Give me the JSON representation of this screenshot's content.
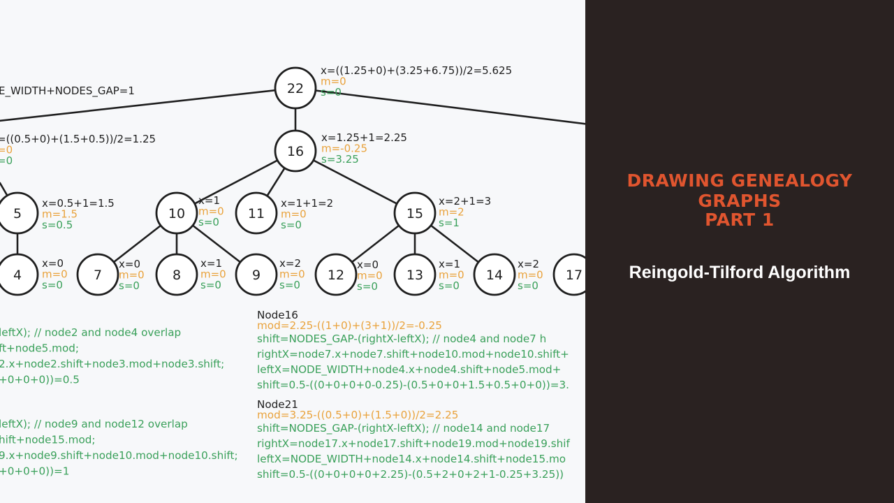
{
  "panel": {
    "title_line1": "DRAWING GENEALOGY GRAPHS",
    "title_line2": "PART 1",
    "subtitle": "Reingold-Tilford Algorithm"
  },
  "colors": {
    "ink": "#1e1e1e",
    "orange": "#e9a23b",
    "green": "#3aa05a",
    "panel_bg": "#2a2221",
    "panel_accent": "#e0552f"
  },
  "tree": {
    "nodes": [
      {
        "id": "22",
        "label": "22"
      },
      {
        "id": "16",
        "label": "16"
      },
      {
        "id": "5",
        "label": "5"
      },
      {
        "id": "10",
        "label": "10"
      },
      {
        "id": "11",
        "label": "11"
      },
      {
        "id": "15",
        "label": "15"
      },
      {
        "id": "4",
        "label": "4"
      },
      {
        "id": "7",
        "label": "7"
      },
      {
        "id": "8",
        "label": "8"
      },
      {
        "id": "9",
        "label": "9"
      },
      {
        "id": "12",
        "label": "12"
      },
      {
        "id": "13",
        "label": "13"
      },
      {
        "id": "14",
        "label": "14"
      },
      {
        "id": "17",
        "label": "17"
      }
    ],
    "annotations": [
      {
        "node": "22",
        "x": "x=((1.25+0)+(3.25+6.75))/2=5.625",
        "m": "m=0",
        "s": "s=0"
      },
      {
        "node": "16",
        "x": "x=1.25+1=2.25",
        "m": "m=-0.25",
        "s": "s=3.25"
      },
      {
        "node": "5",
        "x": "x=0.5+1=1.5",
        "m": "m=1.5",
        "s": "s=0.5"
      },
      {
        "node": "10",
        "x": "x=1",
        "m": "m=0",
        "s": "s=0"
      },
      {
        "node": "11",
        "x": "x=1+1=2",
        "m": "m=0",
        "s": "s=0"
      },
      {
        "node": "15",
        "x": "x=2+1=3",
        "m": "m=2",
        "s": "s=1"
      },
      {
        "node": "4",
        "x": "x=0",
        "m": "m=0",
        "s": "s=0"
      },
      {
        "node": "7",
        "x": "x=0",
        "m": "m=0",
        "s": "s=0"
      },
      {
        "node": "8",
        "x": "x=1",
        "m": "m=0",
        "s": "s=0"
      },
      {
        "node": "9",
        "x": "x=2",
        "m": "m=0",
        "s": "s=0"
      },
      {
        "node": "12",
        "x": "x=0",
        "m": "m=0",
        "s": "s=0"
      },
      {
        "node": "13",
        "x": "x=1",
        "m": "m=0",
        "s": "s=0"
      },
      {
        "node": "14",
        "x": "x=2",
        "m": "m=0",
        "s": "s=0"
      }
    ],
    "left_annotations": [
      {
        "x": "E_WIDTH+NODES_GAP=1"
      },
      {
        "x": "=((0.5+0)+(1.5+0.5))/2=1.25",
        "m": "=0",
        "s": "=0"
      }
    ]
  },
  "code_left": {
    "block1": [
      "leftX); // node2 and node4 overlap",
      "ft+node5.mod;",
      "2.x+node2.shift+node3.mod+node3.shift;",
      "+0+0+0))=0.5"
    ],
    "block2": [
      "leftX); // node9 and node12 overlap",
      "hift+node15.mod;",
      "9.x+node9.shift+node10.mod+node10.shift;",
      "+0+0+0))=1"
    ]
  },
  "code_right": {
    "node16": {
      "title": "Node16",
      "mod": "mod=2.25-((1+0)+(3+1))/2=-0.25",
      "lines": [
        "shift=NODES_GAP-(rightX-leftX); // node4 and node7 h",
        "rightX=node7.x+node7.shift+node10.mod+node10.shift+",
        "leftX=NODE_WIDTH+node4.x+node4.shift+node5.mod+",
        "shift=0.5-((0+0+0+0-0.25)-(0.5+0+0+1.5+0.5+0+0))=3."
      ]
    },
    "node21": {
      "title": "Node21",
      "mod": "mod=3.25-((0.5+0)+(1.5+0))/2=2.25",
      "lines": [
        "shift=NODES_GAP-(rightX-leftX); // node14 and node17",
        "rightX=node17.x+node17.shift+node19.mod+node19.shif",
        "leftX=NODE_WIDTH+node14.x+node14.shift+node15.mo",
        "shift=0.5-((0+0+0+0+2.25)-(0.5+2+0+2+1-0.25+3.25))"
      ]
    }
  }
}
